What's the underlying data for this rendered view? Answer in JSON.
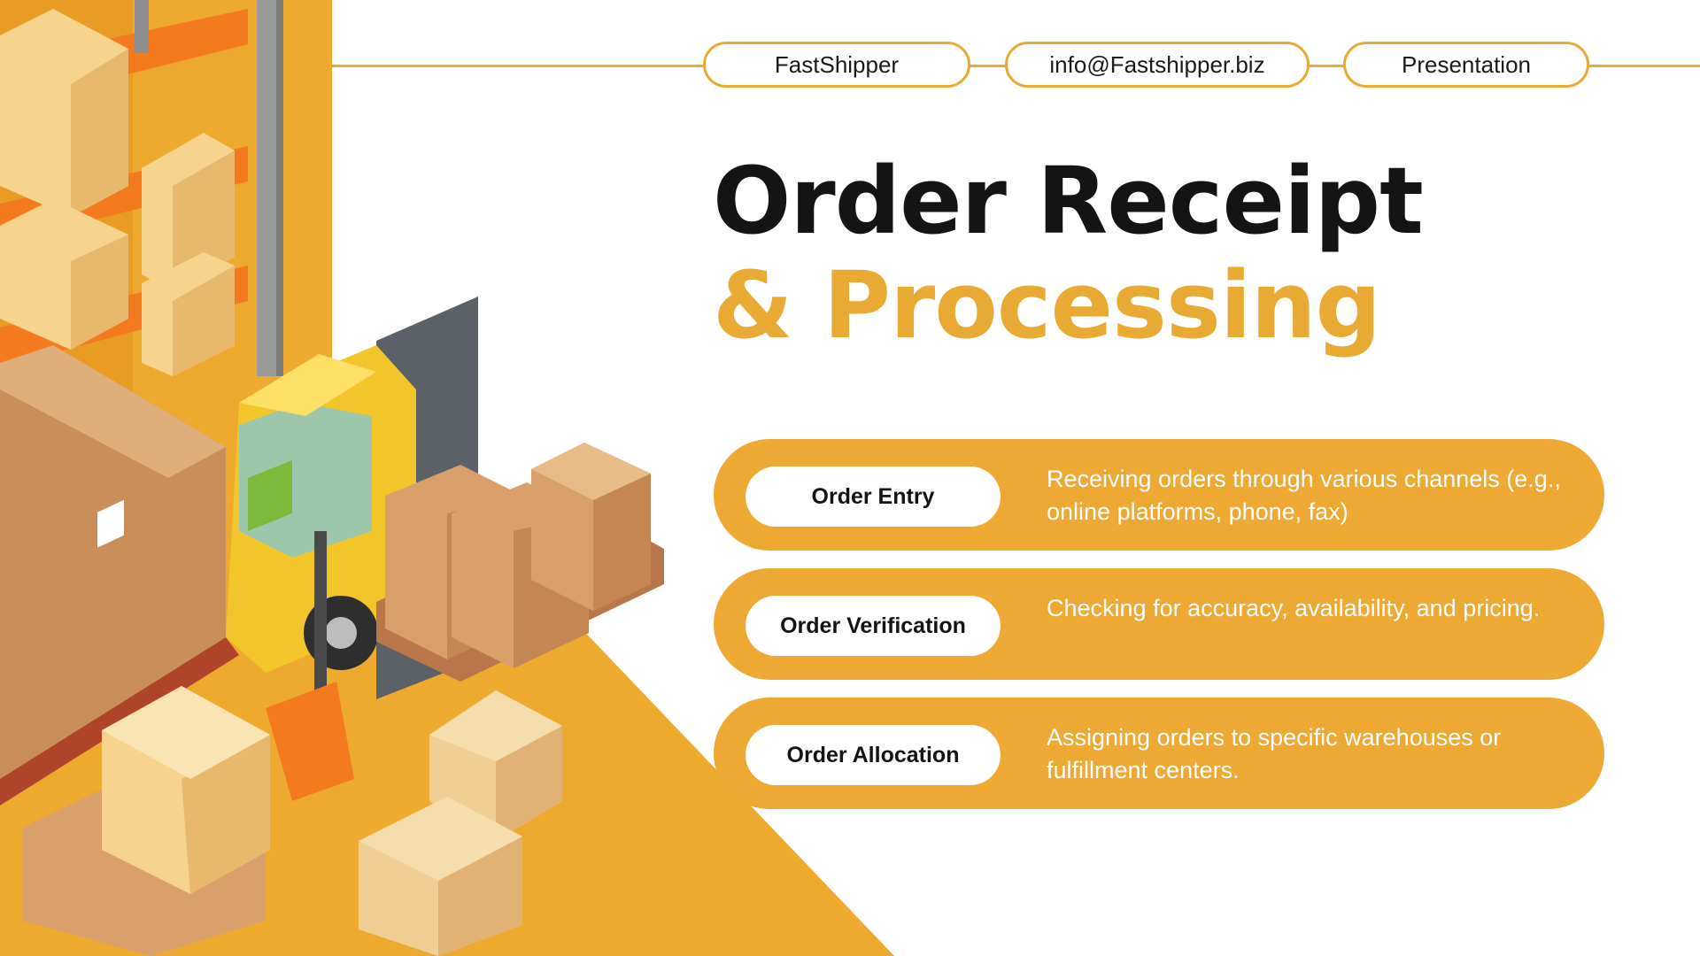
{
  "header": {
    "company": "FastShipper",
    "email": "info@Fastshipper.biz",
    "doc_type": "Presentation"
  },
  "title": {
    "line1": "Order Receipt",
    "line2": "& Processing"
  },
  "steps": [
    {
      "label": "Order Entry",
      "description": "Receiving orders through various channels (e.g., online platforms, phone, fax)"
    },
    {
      "label": "Order Verification",
      "description": "Checking for accuracy, availability, and pricing."
    },
    {
      "label": "Order Allocation",
      "description": "Assigning orders to specific warehouses or fulfillment centers."
    }
  ],
  "colors": {
    "accent": "#E9AA33",
    "dark_text": "#141414",
    "shelf_orange": "#F47A1F",
    "box_kraft": "#D9A06B",
    "box_light": "#F6D48E"
  },
  "illustration": {
    "depicts": [
      "shelving-with-boxes",
      "forklift",
      "pallets",
      "cardboard-boxes"
    ]
  }
}
